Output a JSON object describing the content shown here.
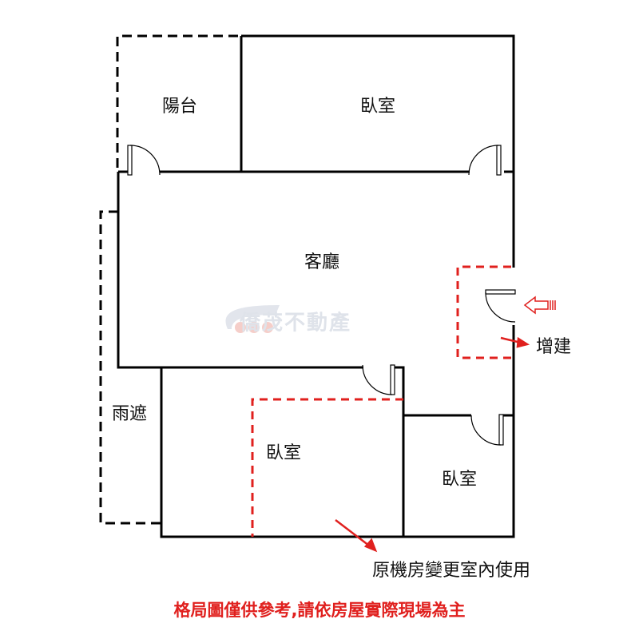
{
  "rooms": {
    "balcony": "陽台",
    "bedroom_top": "臥室",
    "living_room": "客廳",
    "rain_shelter": "雨遮",
    "bedroom_middle": "臥室",
    "bedroom_right": "臥室"
  },
  "annotations": {
    "extension": "增建",
    "machine_room": "原機房變更室內使用"
  },
  "watermark": "僑茂不動產",
  "disclaimer": "格局圖僅供參考,請依房屋實際現場為主",
  "colors": {
    "wall": "#000000",
    "highlight": "#e0201e",
    "watermark": "#dfe3ea"
  }
}
